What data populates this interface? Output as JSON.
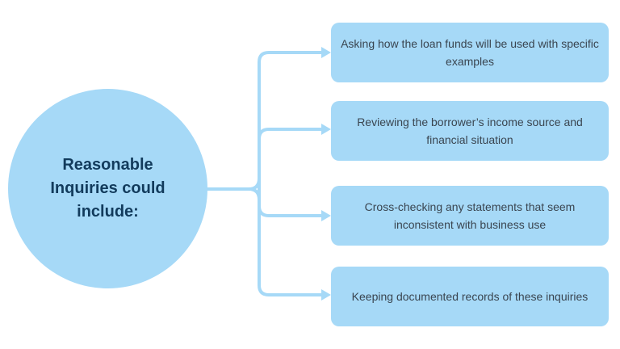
{
  "hub": {
    "label": "Reasonable\nInquiries could\ninclude:"
  },
  "items": [
    {
      "label": "Asking how the loan funds will be used with specific examples"
    },
    {
      "label": "Reviewing the borrower’s income source and financial situation"
    },
    {
      "label": "Cross-checking any statements that seem inconsistent with business use"
    },
    {
      "label": "Keeping documented records of these inquiries"
    }
  ],
  "colors": {
    "shape_fill": "#a6d9f7",
    "connector": "#a6d9f7",
    "hub_text": "#123b5c",
    "box_text": "#3a4550"
  }
}
